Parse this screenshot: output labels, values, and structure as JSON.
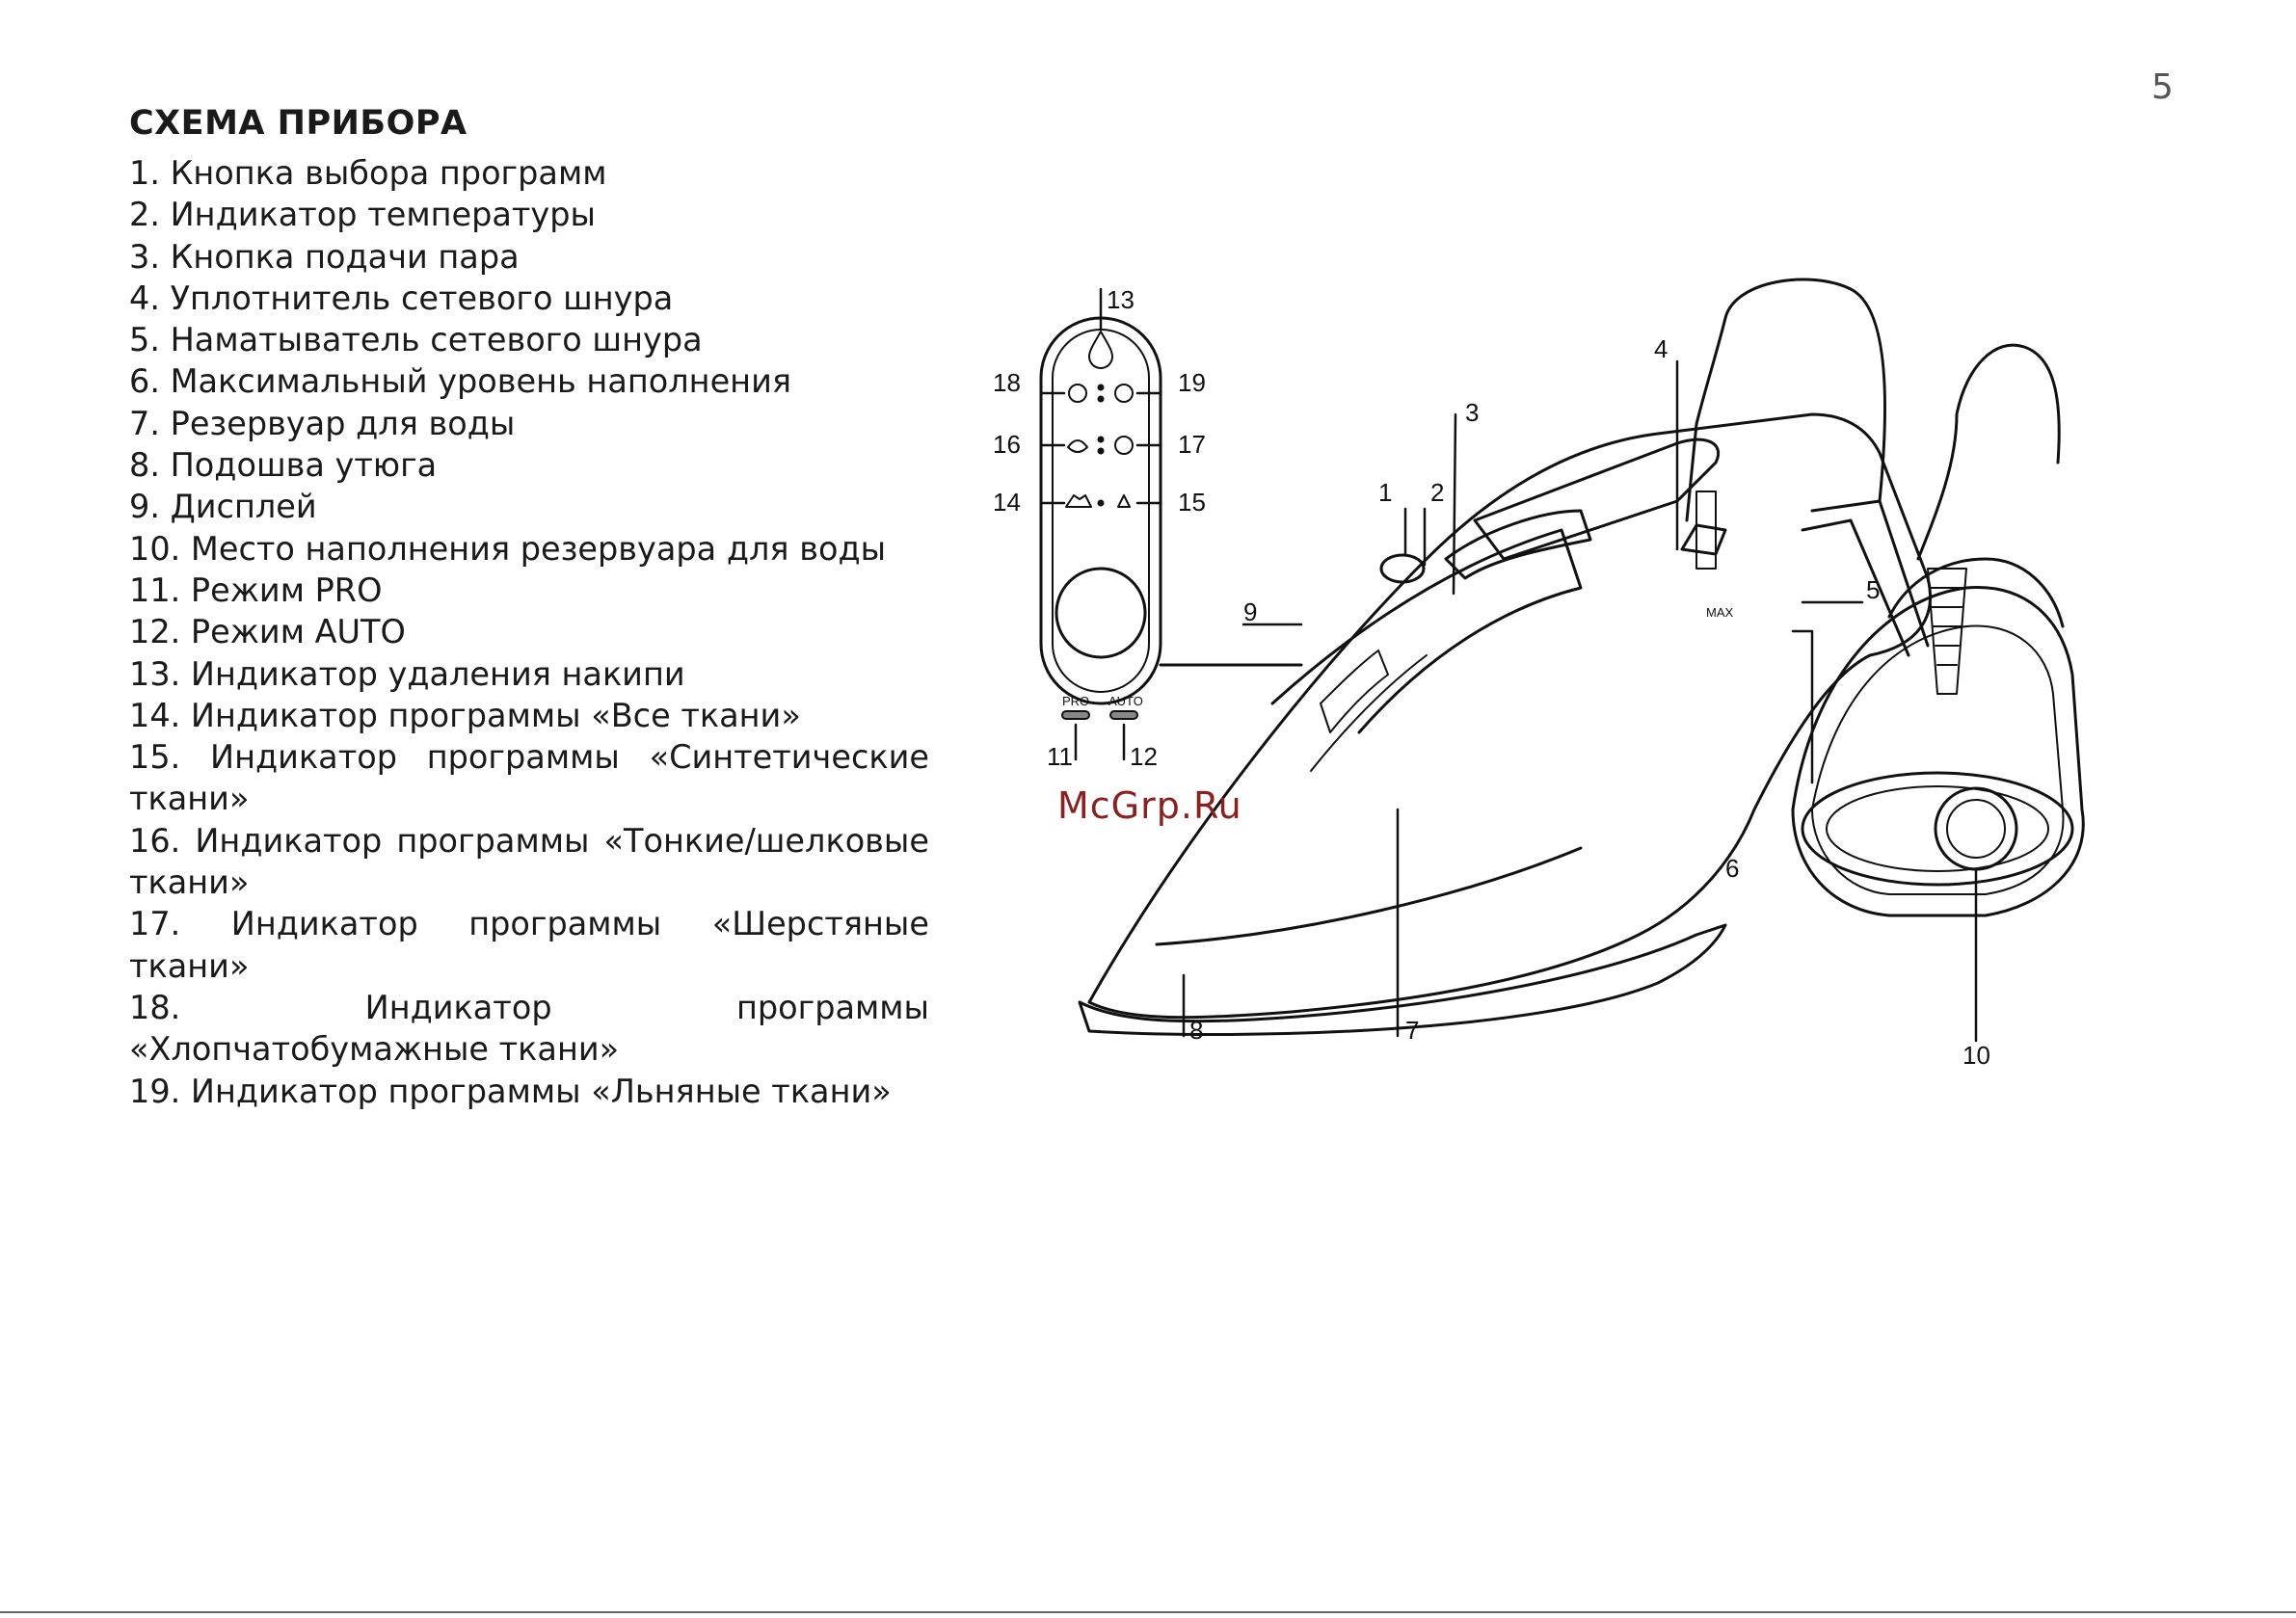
{
  "page_number": "5",
  "heading": "СХЕМА ПРИБОРА",
  "items": [
    "1. Кнопка выбора программ",
    "2. Индикатор температуры",
    "3. Кнопка подачи пара",
    "4. Уплотнитель сетевого шнура",
    "5. Наматыватель сетевого шнура",
    "6. Максимальный уровень наполнения",
    "7. Резервуар для воды",
    "8. Подошва утюга",
    "9. Дисплей",
    "10. Место наполнения резервуара для воды",
    "11. Режим PRO",
    "12. Режим AUTO",
    "13. Индикатор удаления накипи",
    "14. Индикатор программы «Все ткани»",
    "15. Индикатор программы «Синтетические ткани»",
    "16. Индикатор программы «Тонкие/шелковые ткани»",
    "17. Индикатор программы «Шерстяные ткани»",
    "18. Индикатор программы «Хлопчатобумажные ткани»",
    "19. Индикатор программы «Льняные ткани»"
  ],
  "diagram": {
    "callouts": [
      "1",
      "2",
      "3",
      "4",
      "5",
      "6",
      "7",
      "8",
      "9",
      "10",
      "11",
      "12",
      "13",
      "14",
      "15",
      "16",
      "17",
      "18",
      "19"
    ],
    "mode_labels": {
      "pro": "PRO",
      "auto": "AUTO"
    },
    "max_label": "MAX"
  },
  "watermark": "McGrp.Ru"
}
